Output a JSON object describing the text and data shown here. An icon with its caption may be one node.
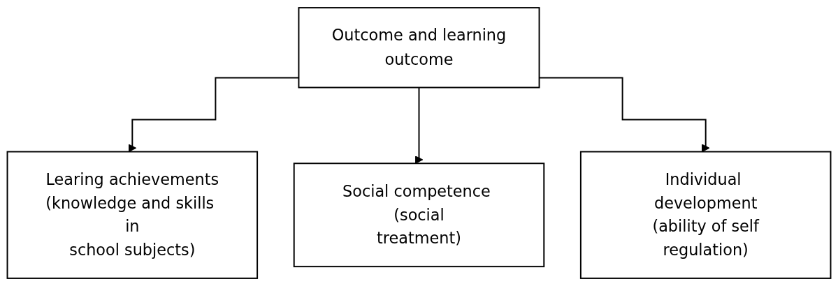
{
  "diagram": {
    "nodes": [
      {
        "text": [
          "Outcome and learning outcome"
        ]
      },
      {
        "text": [
          "Learing achievements (knowledge and skills in school subjects)"
        ]
      },
      {
        "text": [
          "Social competence (social treatment)"
        ]
      },
      {
        "text": [
          "Individual development (ability of self regulation)"
        ]
      }
    ],
    "edges": [
      {
        "from": 0,
        "to": 1,
        "arrow": "to"
      },
      {
        "from": 0,
        "to": 2,
        "arrow": "to"
      },
      {
        "from": 0,
        "to": 3,
        "arrow": "to"
      }
    ]
  }
}
